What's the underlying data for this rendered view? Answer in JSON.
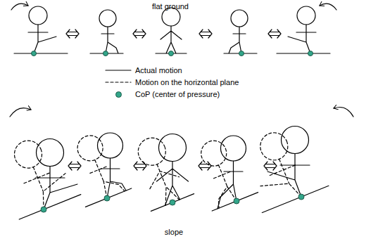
{
  "diagram": {
    "labels": [
      "flat ground",
      "slope"
    ],
    "legend": [
      {
        "text": "Actual motion"
      },
      {
        "text": "Motion on the horizontal plane"
      },
      {
        "text": "CoP (center of pressure)",
        "color": "#33a68a"
      }
    ]
  }
}
